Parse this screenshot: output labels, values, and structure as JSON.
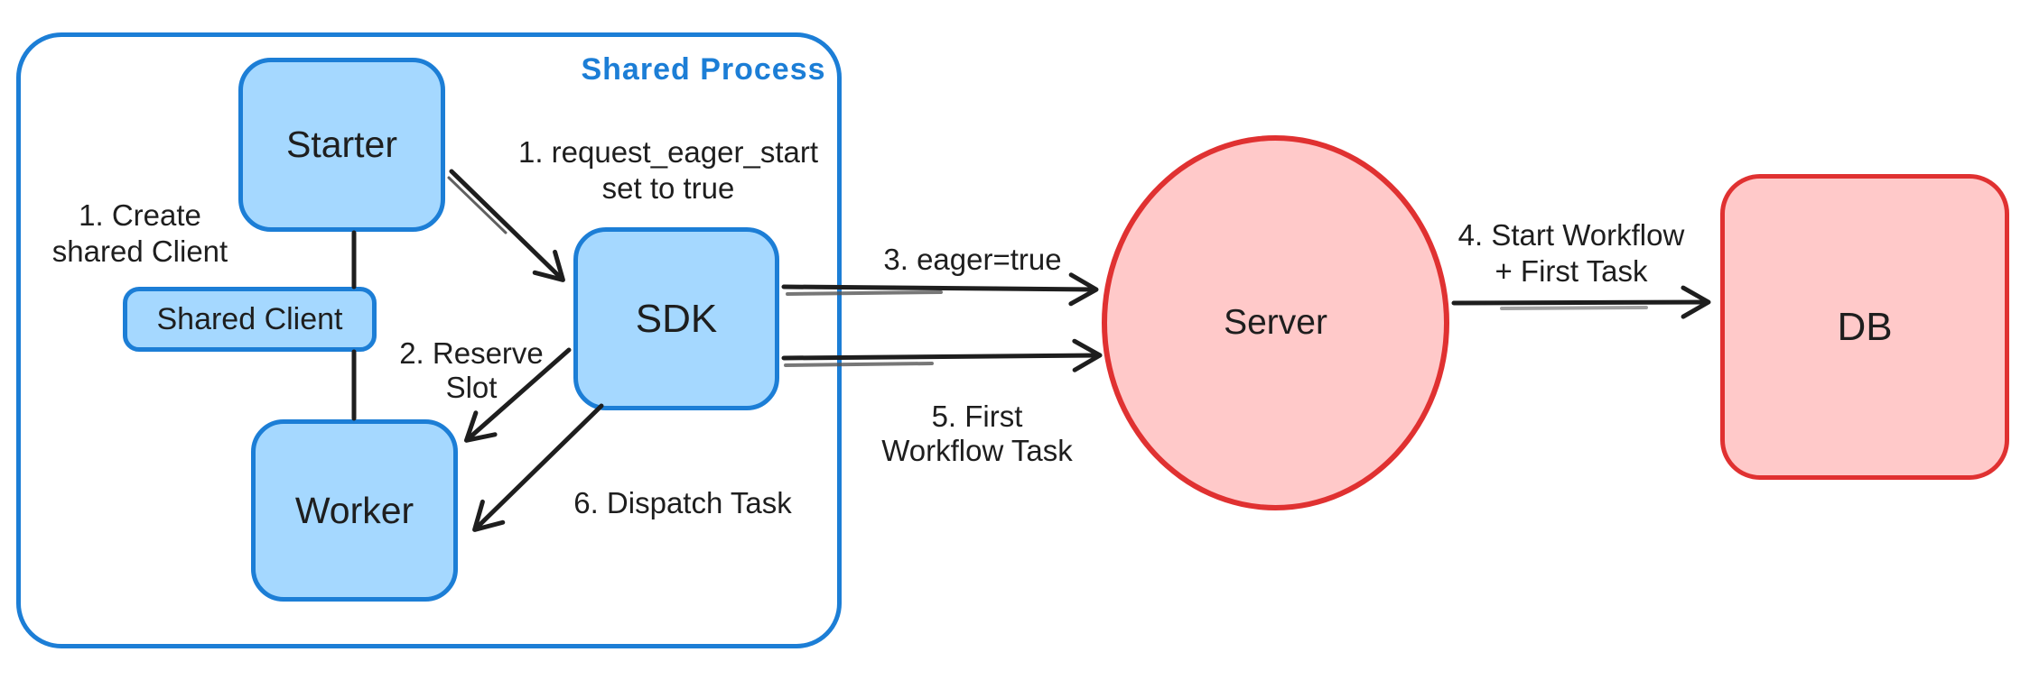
{
  "diagram": {
    "container": {
      "title": "Shared Process"
    },
    "nodes": {
      "starter": {
        "label": "Starter"
      },
      "shared_client": {
        "label": "Shared Client"
      },
      "worker": {
        "label": "Worker"
      },
      "sdk": {
        "label": "SDK"
      },
      "server": {
        "label": "Server"
      },
      "db": {
        "label": "DB"
      }
    },
    "annotations": {
      "create_client": {
        "lines": [
          "1. Create",
          "shared Client"
        ]
      },
      "request_eager": {
        "lines": [
          "1. request_eager_start",
          "set to true"
        ]
      },
      "reserve_slot": {
        "lines": [
          "2. Reserve",
          "Slot"
        ]
      },
      "eager_true": {
        "lines": [
          "3. eager=true"
        ]
      },
      "first_wf_task": {
        "lines": [
          "5. First",
          "Workflow Task"
        ]
      },
      "start_workflow": {
        "lines": [
          "4. Start Workflow",
          "+ First Task"
        ]
      },
      "dispatch_task": {
        "lines": [
          "6. Dispatch Task"
        ]
      }
    },
    "colors": {
      "blue_stroke": "#1c7ed6",
      "blue_fill": "#a5d8ff",
      "red_stroke": "#e03131",
      "red_fill": "#ffc9c9",
      "ink": "#1e1e1e"
    }
  }
}
